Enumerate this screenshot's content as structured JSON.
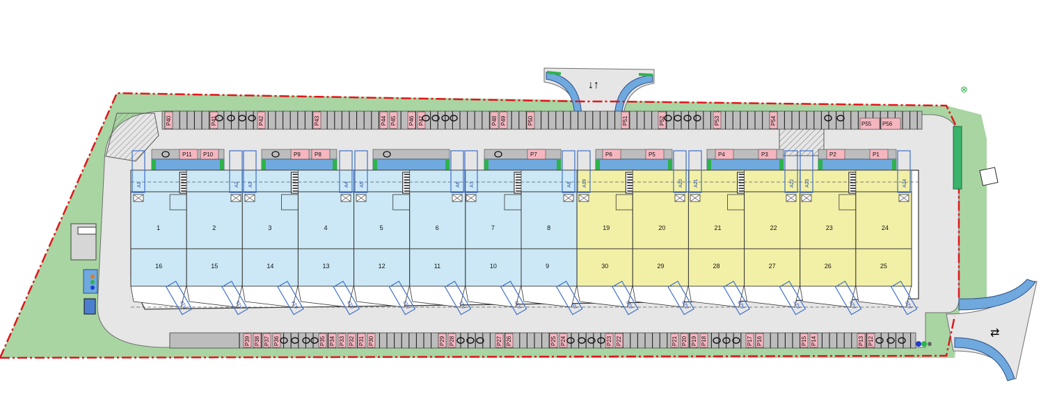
{
  "site": {
    "colors": {
      "grass": "#a8d5a2",
      "road": "#e6e6e6",
      "boundary": "#e0161b",
      "unit_blue": "#cce8f6",
      "unit_yellow": "#f2f0a6",
      "parking_pink": "#f5b6c0",
      "water_blue": "#6fa9de",
      "ramp_blue": "#3d6fc9"
    },
    "entrance_arrows": "↓↑",
    "exit_arrows": "⇄",
    "compass_icon": "⊗"
  },
  "units_top": [
    "1",
    "2",
    "3",
    "4",
    "5",
    "6",
    "7",
    "8",
    "19",
    "20",
    "21",
    "22",
    "23",
    "24"
  ],
  "units_bottom": [
    "16",
    "15",
    "14",
    "13",
    "12",
    "11",
    "10",
    "9",
    "30",
    "29",
    "28",
    "27",
    "26",
    "25"
  ],
  "parking_top": [
    "P40",
    "P41",
    "P42",
    "P43",
    "P44",
    "P45",
    "P46",
    "P47",
    "P48",
    "P49",
    "P50",
    "P51",
    "P52",
    "P53",
    "P54",
    "P55",
    "P56"
  ],
  "parking_bottom": [
    "P39",
    "P38",
    "P37",
    "P36",
    "P35",
    "P34",
    "P33",
    "P32",
    "P31",
    "P30",
    "P29",
    "P28",
    "P27",
    "P26",
    "P25",
    "P24",
    "P23",
    "P22",
    "P21",
    "P20",
    "P19",
    "P18",
    "P17",
    "P16",
    "P15",
    "P14",
    "P13",
    "P12"
  ],
  "parking_row2": [
    "P11",
    "P10",
    "P9",
    "P8",
    "P7",
    "P6",
    "P5",
    "P4",
    "P3",
    "P2",
    "P1"
  ],
  "a_spaces_top": [
    "A1",
    "A2",
    "A3",
    "A4",
    "A5",
    "A6",
    "A7",
    "A8",
    "A19",
    "A20",
    "A21",
    "A22",
    "A23",
    "A24"
  ],
  "a_spaces_bottom": [
    "A16",
    "A15",
    "A14",
    "A13",
    "A12",
    "A11",
    "A10",
    "A9",
    "A30",
    "A29",
    "A28",
    "A27",
    "A26",
    "A25"
  ]
}
